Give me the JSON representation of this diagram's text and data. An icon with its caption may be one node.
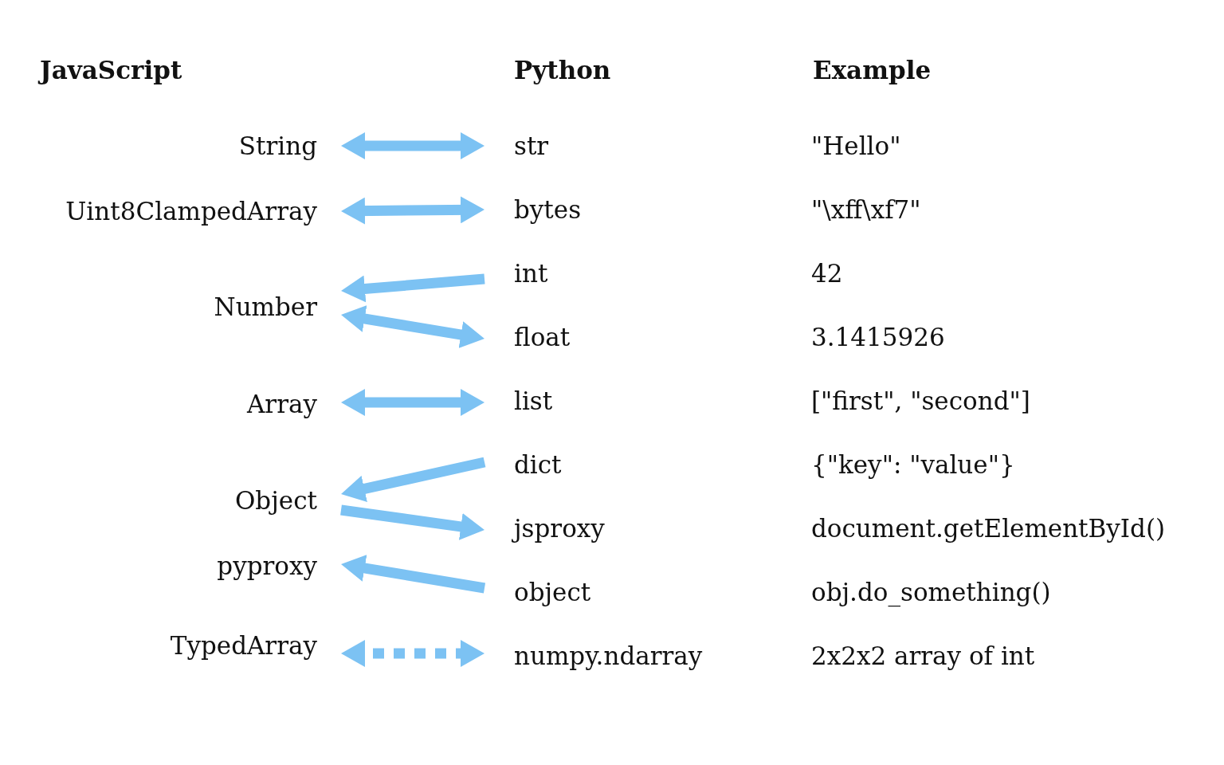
{
  "diagram": {
    "nodes": [
      {
        "text": [
          "String"
        ]
      },
      {
        "text": [
          "Uint8ClampedArray"
        ]
      },
      {
        "text": [
          "Number"
        ]
      },
      {
        "text": [
          "Array"
        ]
      },
      {
        "text": [
          "Object"
        ]
      },
      {
        "text": [
          "pyproxy"
        ]
      },
      {
        "text": [
          "TypedArray"
        ]
      },
      {
        "text": [
          "str"
        ]
      },
      {
        "text": [
          "bytes"
        ]
      },
      {
        "text": [
          "int"
        ]
      },
      {
        "text": [
          "float"
        ]
      },
      {
        "text": [
          "list"
        ]
      },
      {
        "text": [
          "dict"
        ]
      },
      {
        "text": [
          "jsproxy"
        ]
      },
      {
        "text": [
          "object"
        ]
      },
      {
        "text": [
          "numpy.ndarray"
        ]
      }
    ],
    "edges": [
      {
        "from": 0,
        "to": 7,
        "arrow": "both"
      },
      {
        "from": 1,
        "to": 8,
        "arrow": "both"
      },
      {
        "from": 9,
        "to": 2,
        "arrow": "to"
      },
      {
        "from": 2,
        "to": 10,
        "arrow": "both"
      },
      {
        "from": 3,
        "to": 11,
        "arrow": "both"
      },
      {
        "from": 12,
        "to": 4,
        "arrow": "to"
      },
      {
        "from": 4,
        "to": 13,
        "arrow": "to"
      },
      {
        "from": 14,
        "to": 5,
        "arrow": "to"
      },
      {
        "from": 6,
        "to": 15,
        "arrow": "both",
        "style": "dashed"
      }
    ],
    "labels": [
      "JavaScript",
      "Python",
      "Example",
      "\"Hello\"",
      "\"\\xff\\xf7\"",
      "42",
      "3.1415926",
      "[\"first\", \"second\"]",
      "{\"key\": \"value\"}",
      "document.getElementById()",
      "obj.do_something()",
      "2x2x2 array of int"
    ]
  }
}
